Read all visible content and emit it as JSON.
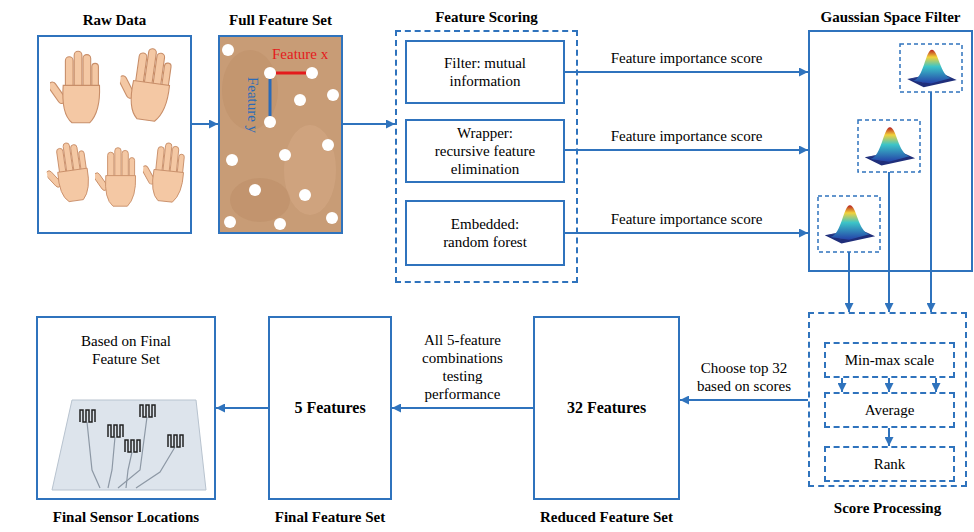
{
  "diagram": {
    "nodes": [
      {
        "text": [
          "Raw Data"
        ]
      },
      {
        "text": [
          "Full Feature Set"
        ]
      },
      {
        "text": [
          "Feature Scoring"
        ]
      },
      {
        "text": [
          "Filter: mutual information"
        ],
        "in": 2
      },
      {
        "text": [
          "Wrapper: recursive feature elimination"
        ],
        "in": 2
      },
      {
        "text": [
          "Embedded: random forest"
        ],
        "in": 2
      },
      {
        "text": [
          "Gaussian Space Filter"
        ]
      },
      {
        "text": [
          "Based on Final Feature Set",
          "Final Sensor Locations"
        ]
      },
      {
        "text": [
          "5 Features",
          "Final Feature Set"
        ]
      },
      {
        "text": [
          "32 Features",
          "Reduced Feature Set"
        ]
      },
      {
        "text": [
          "Score Processing"
        ]
      },
      {
        "text": [
          "Min-max scale"
        ],
        "in": 10
      },
      {
        "text": [
          "Average"
        ],
        "in": 10
      },
      {
        "text": [
          "Rank"
        ],
        "in": 10
      }
    ],
    "edges": [
      {
        "from": 0,
        "to": 1,
        "arrow": "to"
      },
      {
        "from": 1,
        "to": 2,
        "arrow": "to"
      },
      {
        "from": 3,
        "to": 6,
        "label": "Feature importance score",
        "arrow": "to"
      },
      {
        "from": 4,
        "to": 6,
        "label": "Feature importance score",
        "arrow": "to"
      },
      {
        "from": 5,
        "to": 6,
        "label": "Feature importance score",
        "arrow": "to"
      },
      {
        "from": 6,
        "to": 10,
        "arrow": "to"
      },
      {
        "from": 6,
        "to": 10,
        "arrow": "to"
      },
      {
        "from": 6,
        "to": 10,
        "arrow": "to"
      },
      {
        "from": 11,
        "to": 12,
        "arrow": "to"
      },
      {
        "from": 11,
        "to": 12,
        "arrow": "to"
      },
      {
        "from": 11,
        "to": 12,
        "arrow": "to"
      },
      {
        "from": 12,
        "to": 13,
        "arrow": "to"
      },
      {
        "from": 10,
        "to": 9,
        "label": "Choose top 32 based on scores",
        "arrow": "to"
      },
      {
        "from": 9,
        "to": 8,
        "label": "All 5-feature combinations testing performance",
        "arrow": "to"
      },
      {
        "from": 8,
        "to": 7,
        "arrow": "to"
      }
    ],
    "labels": [
      "Feature x",
      "Feature y"
    ]
  }
}
